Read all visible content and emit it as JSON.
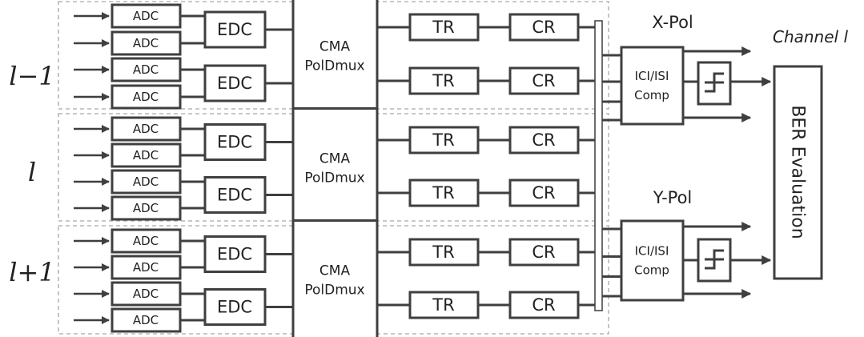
{
  "row_labels": [
    "l−1",
    "l",
    "l+1"
  ],
  "blocks": {
    "adc": "ADC",
    "edc": "EDC",
    "cma_line1": "CMA",
    "cma_line2": "PolDmux",
    "tr": "TR",
    "cr": "CR"
  },
  "x_pol": {
    "title": "X-Pol",
    "comp_line1": "ICI/ISI",
    "comp_line2": "Comp"
  },
  "y_pol": {
    "title": "Y-Pol",
    "comp_line1": "ICI/ISI",
    "comp_line2": "Comp"
  },
  "channel_label": "Channel l",
  "ber_label": "BER Evaluation",
  "colors": {
    "stroke": "#3f3f3f",
    "group_border": "#a6a6a6",
    "text": "#222222",
    "background": "#ffffff"
  }
}
